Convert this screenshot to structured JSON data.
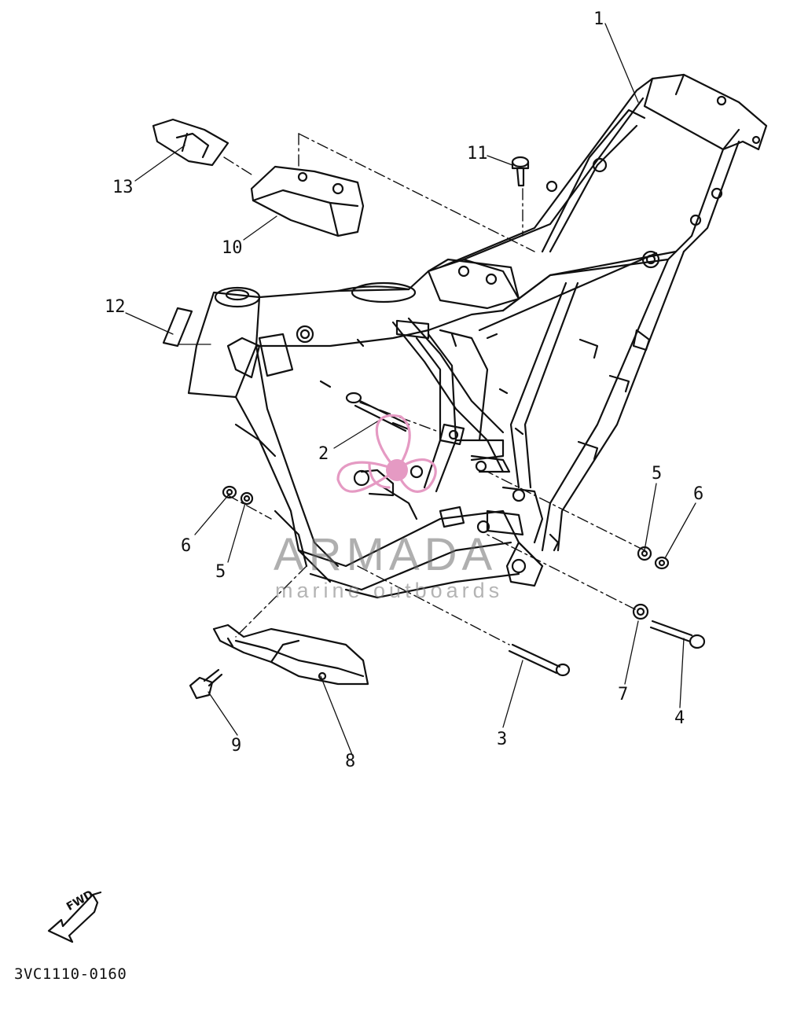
{
  "callouts": {
    "c1": "1",
    "c2": "2",
    "c3": "3",
    "c4": "4",
    "c5a": "5",
    "c5b": "5",
    "c6a": "6",
    "c6b": "6",
    "c7": "7",
    "c8": "8",
    "c9": "9",
    "c10": "10",
    "c11": "11",
    "c12": "12",
    "c13": "13"
  },
  "part_code": "3VC1110-0160",
  "fwd_label": "FWD",
  "watermark": {
    "title": "ARMADA",
    "subtitle": "marine outboards",
    "logo_color": "#e59ac3",
    "text_color": "#8a8a8a"
  },
  "line_color": "#111111"
}
